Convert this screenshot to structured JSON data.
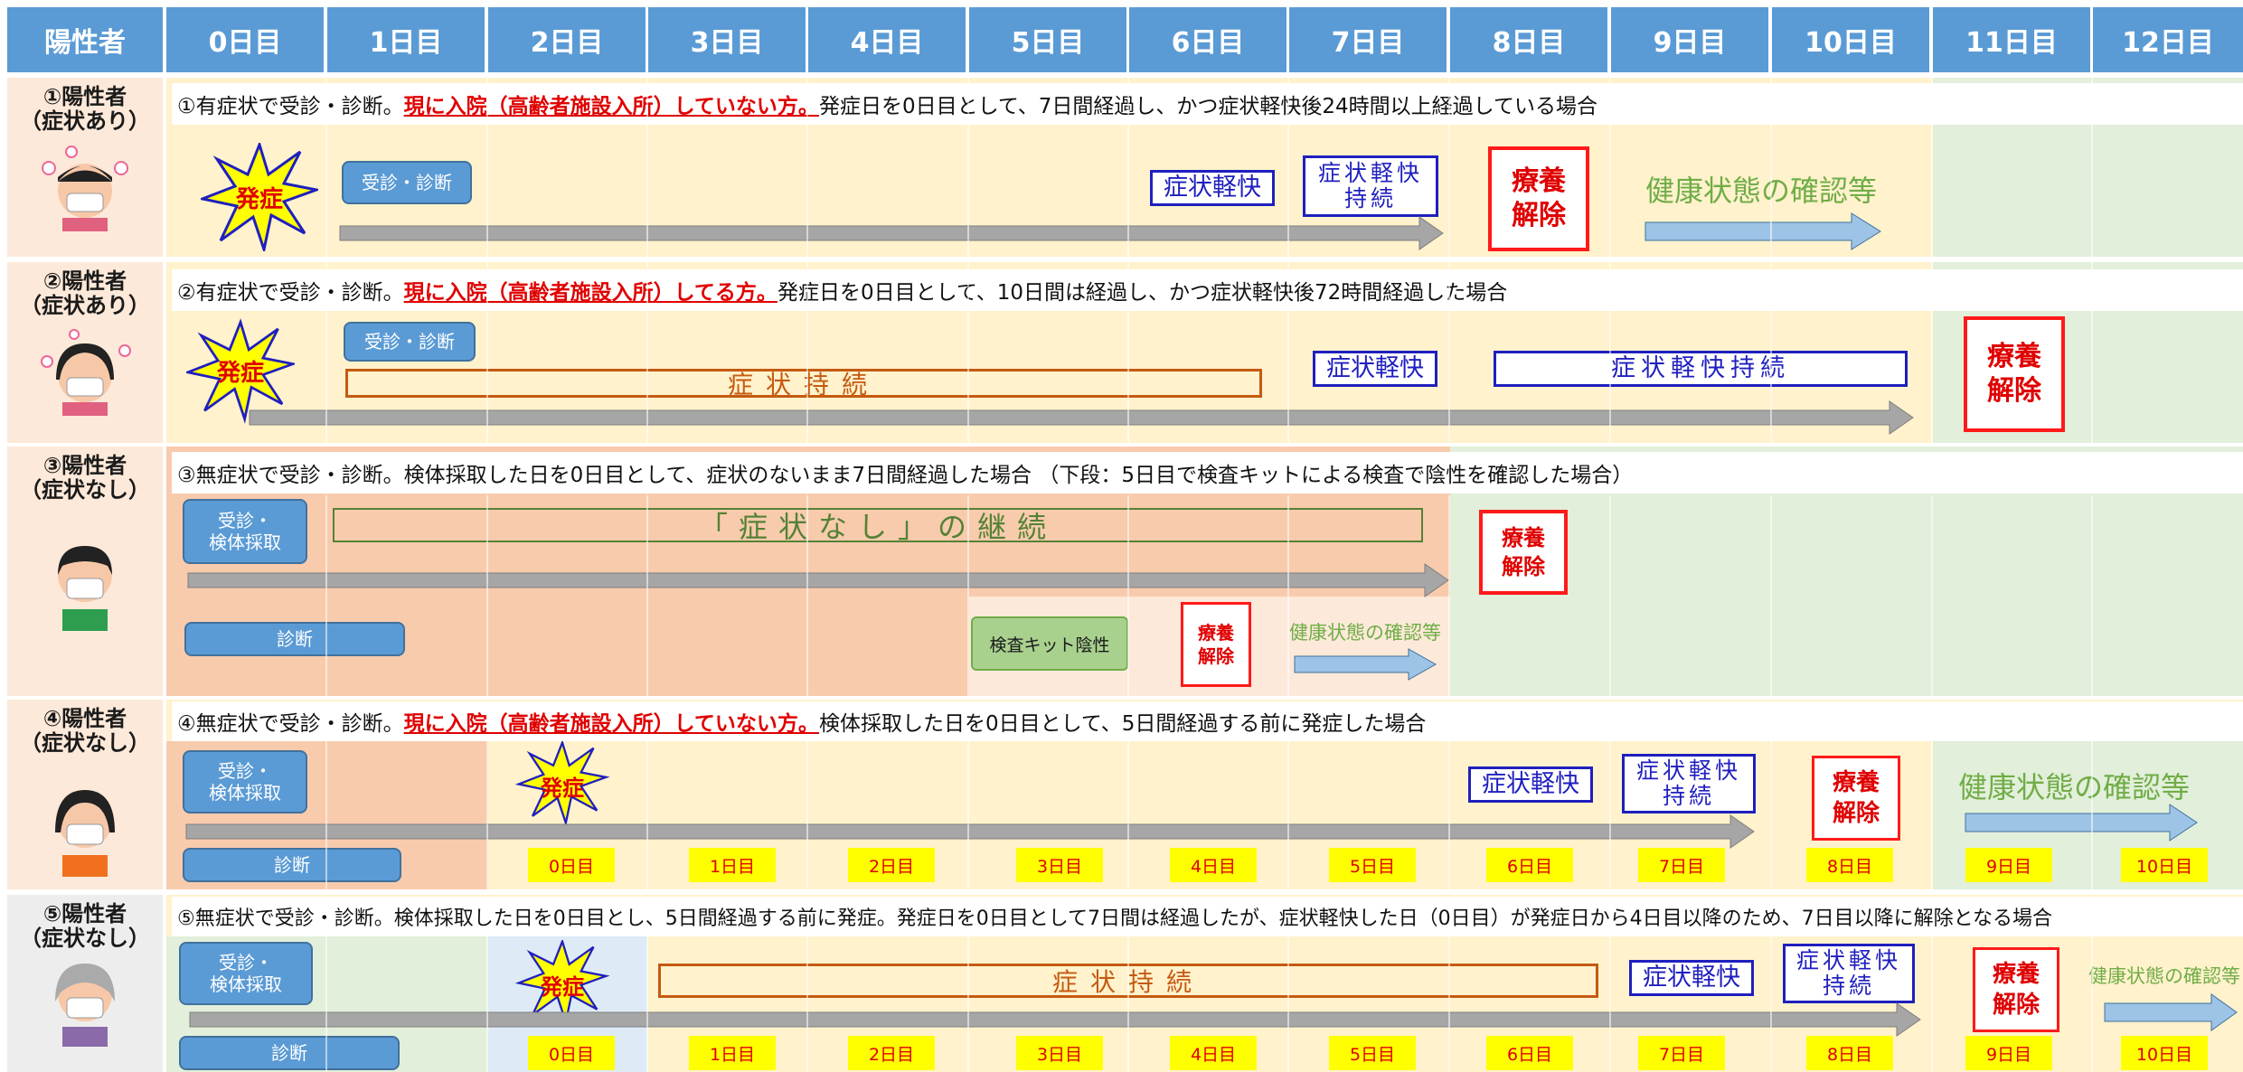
{
  "header": {
    "title": "陽性者",
    "days": [
      "0日目",
      "1日目",
      "2日目",
      "3日目",
      "4日目",
      "5日目",
      "6日目",
      "7日目",
      "8日目",
      "9日目",
      "10日目",
      "11日目",
      "12日目"
    ]
  },
  "rows": [
    {
      "label1": "①陽性者",
      "label2": "（症状あり）",
      "desc_prefix": "①有症状で受診・診断。",
      "desc_red": "現に入院（高齢者施設入所）していない方。",
      "desc_suffix": "発症日を0日目として、7日間経過し、かつ症状軽快後24時間以上経過している場合",
      "onset": "発症",
      "visit": "受診・診断",
      "relief": "症状軽快",
      "relief_continue": "症状軽快\n持続",
      "release": "療養\n解除",
      "health_check": "健康状態の確認等"
    },
    {
      "label1": "②陽性者",
      "label2": "（症状あり）",
      "desc_prefix": "②有症状で受診・診断。",
      "desc_red": "現に入院（高齢者施設入所）してる方。",
      "desc_suffix": "発症日を0日目として、10日間は経過し、かつ症状軽快後72時間経過した場合",
      "onset": "発症",
      "visit": "受診・診断",
      "continue": "症状持続",
      "relief": "症状軽快",
      "relief_continue": "症状軽快持続",
      "release": "療養\n解除"
    },
    {
      "label1": "③陽性者",
      "label2": "（症状なし）",
      "desc_prefix": "③無症状で受診・診断。検体採取した日を0日目として、症状のないまま7日間経過した場合 （下段：5日目で検査キットによる検査で陰性を確認した場合）",
      "visit": "受診・\n検体採取",
      "no_symptom": "「症状なし」の継続",
      "release": "療養\n解除",
      "diagnosis": "診断",
      "kit": "検査キット陰性",
      "release_small": "療養\n解除",
      "health_check": "健康状態の確認等"
    },
    {
      "label1": "④陽性者",
      "label2": "（症状なし）",
      "desc_prefix": "④無症状で受診・診断。",
      "desc_red": "現に入院（高齢者施設入所）していない方。",
      "desc_suffix": "検体採取した日を0日目として、5日間経過する前に発症した場合",
      "visit": "受診・\n検体採取",
      "onset": "発症",
      "relief": "症状軽快",
      "relief_continue": "症状軽快\n持続",
      "release": "療養\n解除",
      "health_check": "健康状態の確認等",
      "diagnosis": "診断",
      "sub_days": [
        "0日目",
        "1日目",
        "2日目",
        "3日目",
        "4日目",
        "5日目",
        "6日目",
        "7日目",
        "8日目",
        "9日目",
        "10日目"
      ]
    },
    {
      "label1": "⑤陽性者",
      "label2": "（症状なし）",
      "desc_prefix": "⑤無症状で受診・診断。検体採取した日を0日目とし、5日間経過する前に発症。発症日を0日目として7日間は経過したが、症状軽快した日（0日目）が発症日から4日目以降のため、7日目以降に解除となる場合",
      "visit": "受診・\n検体採取",
      "onset": "発症",
      "continue": "症状持続",
      "relief": "症状軽快",
      "relief_continue": "症状軽快\n持続",
      "release": "療養\n解除",
      "health_check": "健康状態の確認等",
      "diagnosis": "診断",
      "sub_days": [
        "0日目",
        "1日目",
        "2日目",
        "3日目",
        "4日目",
        "5日目",
        "6日目",
        "7日目",
        "8日目",
        "9日目",
        "10日目"
      ]
    }
  ],
  "colors": {
    "header": "#5b9bd5",
    "label_bg": "#fde9d9",
    "cream": "#fff2cc",
    "green": "#e2efda",
    "salmon": "#f8cbad",
    "lightblue": "#deebf7",
    "red": "#e00000",
    "blue_box": "#1f1fbf",
    "orange_box": "#c55a11",
    "arrow_gray": "#a6a6a6",
    "arrow_blue": "#9dc3e6",
    "yellow": "#ffff00"
  }
}
